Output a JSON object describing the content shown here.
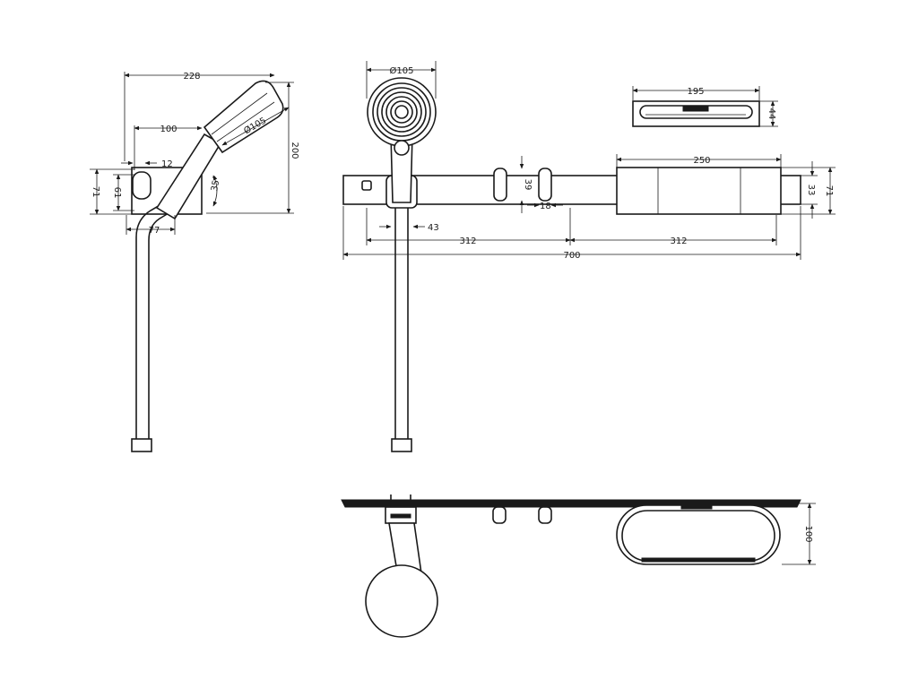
{
  "dimensions": {
    "side_width": "228",
    "side_head_offset": "100",
    "side_head_dia": "Ø105",
    "side_height": "200",
    "side_12": "12",
    "side_71": "71",
    "side_61": "61",
    "side_angle": "35°",
    "side_77": "77",
    "head_dia": "Ø105",
    "tray_width": "195",
    "tray_depth": "44",
    "shelf_width": "250",
    "knob_39": "39",
    "knob_18": "18",
    "holder_43": "43",
    "bar_height_33": "33",
    "bar_height_71": "71",
    "left_312": "312",
    "right_312": "312",
    "total_700": "700",
    "bottom_depth_100": "100"
  },
  "colors": {
    "line": "#1a1a1a",
    "background": "#ffffff"
  }
}
